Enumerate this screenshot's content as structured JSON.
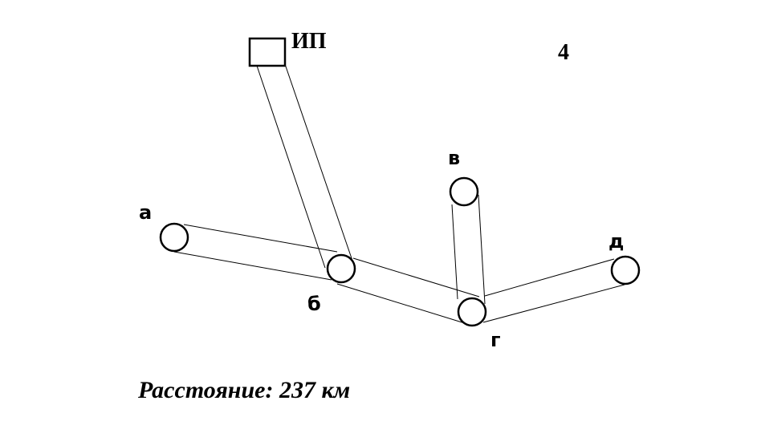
{
  "diagram": {
    "slide_number": "4",
    "source": {
      "label": "ИП"
    },
    "nodes": {
      "a": "а",
      "b": "б",
      "v": "в",
      "g": "г",
      "d": "д"
    },
    "caption": "Расстояние: 237 км",
    "line_color": "#000000"
  }
}
